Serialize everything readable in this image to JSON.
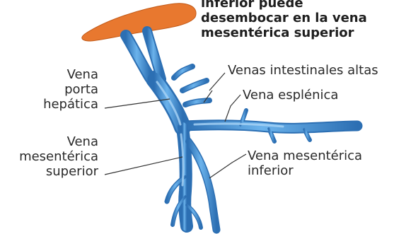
{
  "heading": {
    "line1": "inferior puede",
    "line2": "desembocar en la vena",
    "line3": "mesentérica superior"
  },
  "labels": {
    "portal_vein": [
      "Vena",
      "porta",
      "hepática"
    ],
    "superior_mesenteric_vein": [
      "Vena",
      "mesentérica",
      "superior"
    ],
    "high_intestinal_veins": "Venas intestinales altas",
    "splenic_vein": "Vena esplénica",
    "inferior_mesenteric_vein": [
      "Vena mesentérica",
      "inferior"
    ]
  },
  "colors": {
    "vein_fill": "#4f9ee0",
    "vein_dark": "#2c6fb3",
    "vein_highlight": "#a9d4f6",
    "liver": "#e8782f",
    "leader_line": "#333333",
    "text": "#2a2a2a"
  }
}
